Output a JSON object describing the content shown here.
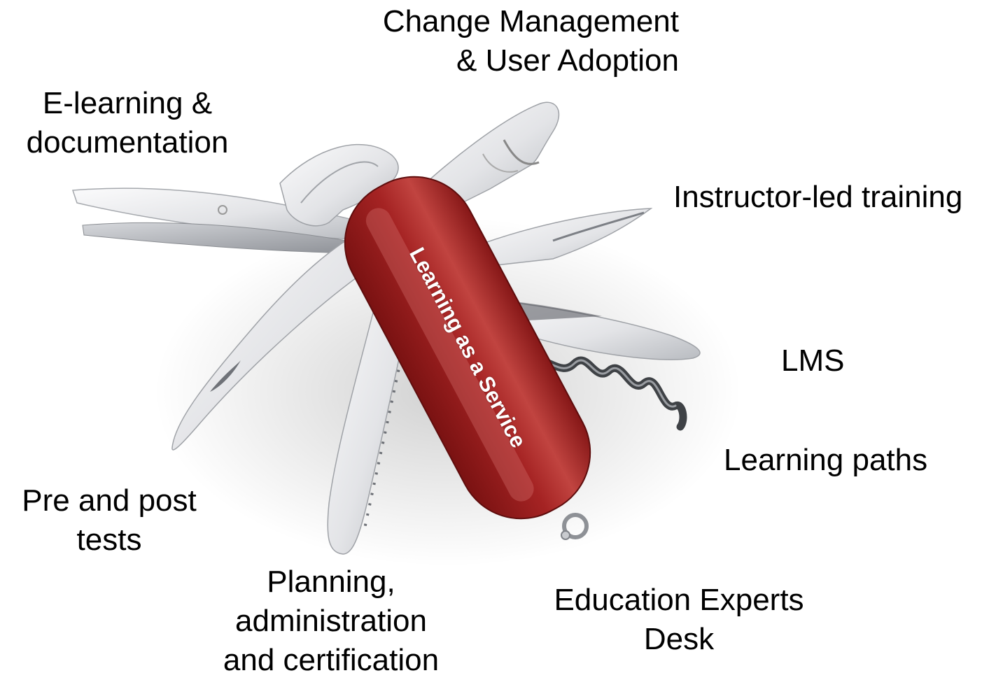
{
  "handle": {
    "label": "Learning as a Service"
  },
  "colors": {
    "handle": "#9b1c1c",
    "handle_highlight": "#c74a46",
    "blade": "#e6e7e9",
    "background": "#ffffff",
    "text": "#000000"
  },
  "labels": {
    "change_management": [
      "Change Management",
      "& User Adoption"
    ],
    "elearning": [
      "E-learning &",
      "documentation"
    ],
    "instructor_led": [
      "Instructor-led training"
    ],
    "lms": [
      "LMS"
    ],
    "learning_paths": [
      "Learning paths"
    ],
    "pre_post_tests": [
      "Pre and post",
      "tests"
    ],
    "planning": [
      "Planning,",
      "administration",
      "and certification"
    ],
    "education_experts": [
      "Education Experts",
      "Desk"
    ]
  }
}
